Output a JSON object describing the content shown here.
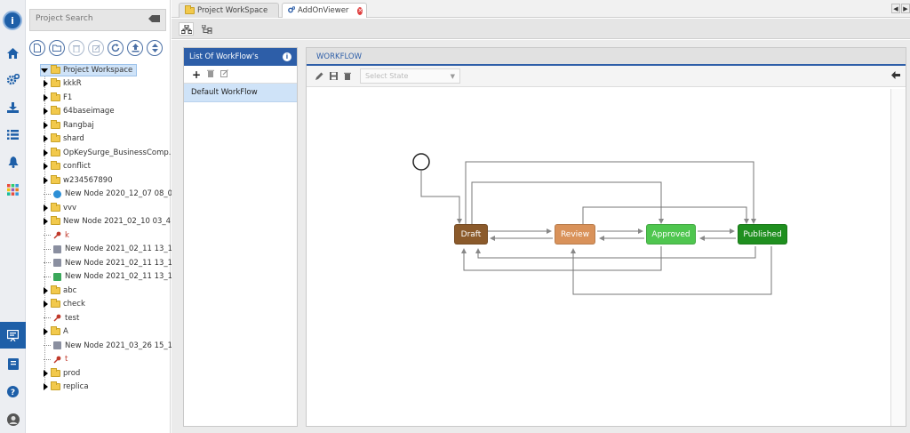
{
  "sidebar": {
    "logo_letter": "i",
    "icons": [
      "home-icon",
      "gears-icon",
      "download-icon",
      "list-icon",
      "bell-icon",
      "apps-grid-icon",
      "presentation-icon",
      "book-icon",
      "help-icon",
      "avatar-icon"
    ],
    "active": "presentation-icon"
  },
  "search": {
    "placeholder": "Project Search"
  },
  "tree": {
    "root": "Project Workspace",
    "items": [
      {
        "label": "kkkR",
        "type": "folder"
      },
      {
        "label": "F1",
        "type": "folder"
      },
      {
        "label": "64baseimage",
        "type": "folder"
      },
      {
        "label": "Rangbaj",
        "type": "folder"
      },
      {
        "label": "shard",
        "type": "folder"
      },
      {
        "label": "OpKeySurge_BusinessComp...",
        "type": "folder"
      },
      {
        "label": "conflict",
        "type": "folder"
      },
      {
        "label": "w234567890",
        "type": "folder"
      },
      {
        "label": "New Node 2020_12_07 08_0...",
        "type": "globe"
      },
      {
        "label": "vvv",
        "type": "folder"
      },
      {
        "label": "New Node 2021_02_10 03_4...",
        "type": "folder"
      },
      {
        "label": "k",
        "type": "pin"
      },
      {
        "label": "New Node 2021_02_11 13_1...",
        "type": "doc"
      },
      {
        "label": "New Node 2021_02_11 13_1...",
        "type": "doc"
      },
      {
        "label": "New Node 2021_02_11 13_1...",
        "type": "script"
      },
      {
        "label": "abc",
        "type": "folder"
      },
      {
        "label": "check",
        "type": "folder"
      },
      {
        "label": "test",
        "type": "pin"
      },
      {
        "label": "A",
        "type": "folder"
      },
      {
        "label": "New Node 2021_03_26 15_1...",
        "type": "doc"
      },
      {
        "label": "t",
        "type": "pin"
      },
      {
        "label": "prod",
        "type": "folder"
      },
      {
        "label": "replica",
        "type": "folder"
      }
    ]
  },
  "tabs": [
    {
      "label": "Project WorkSpace",
      "active": false
    },
    {
      "label": "AddOnViewer",
      "active": true
    }
  ],
  "workflow_list": {
    "title": "List Of WorkFlow's",
    "items": [
      "Default WorkFlow"
    ]
  },
  "editor": {
    "tab": "WORKFLOW",
    "state_select_placeholder": "Select State"
  },
  "states": [
    {
      "label": "Draft",
      "color": "#8b5a2b"
    },
    {
      "label": "Review",
      "color": "#d9925a"
    },
    {
      "label": "Approved",
      "color": "#4fc64f"
    },
    {
      "label": "Published",
      "color": "#1f8f1f"
    }
  ]
}
